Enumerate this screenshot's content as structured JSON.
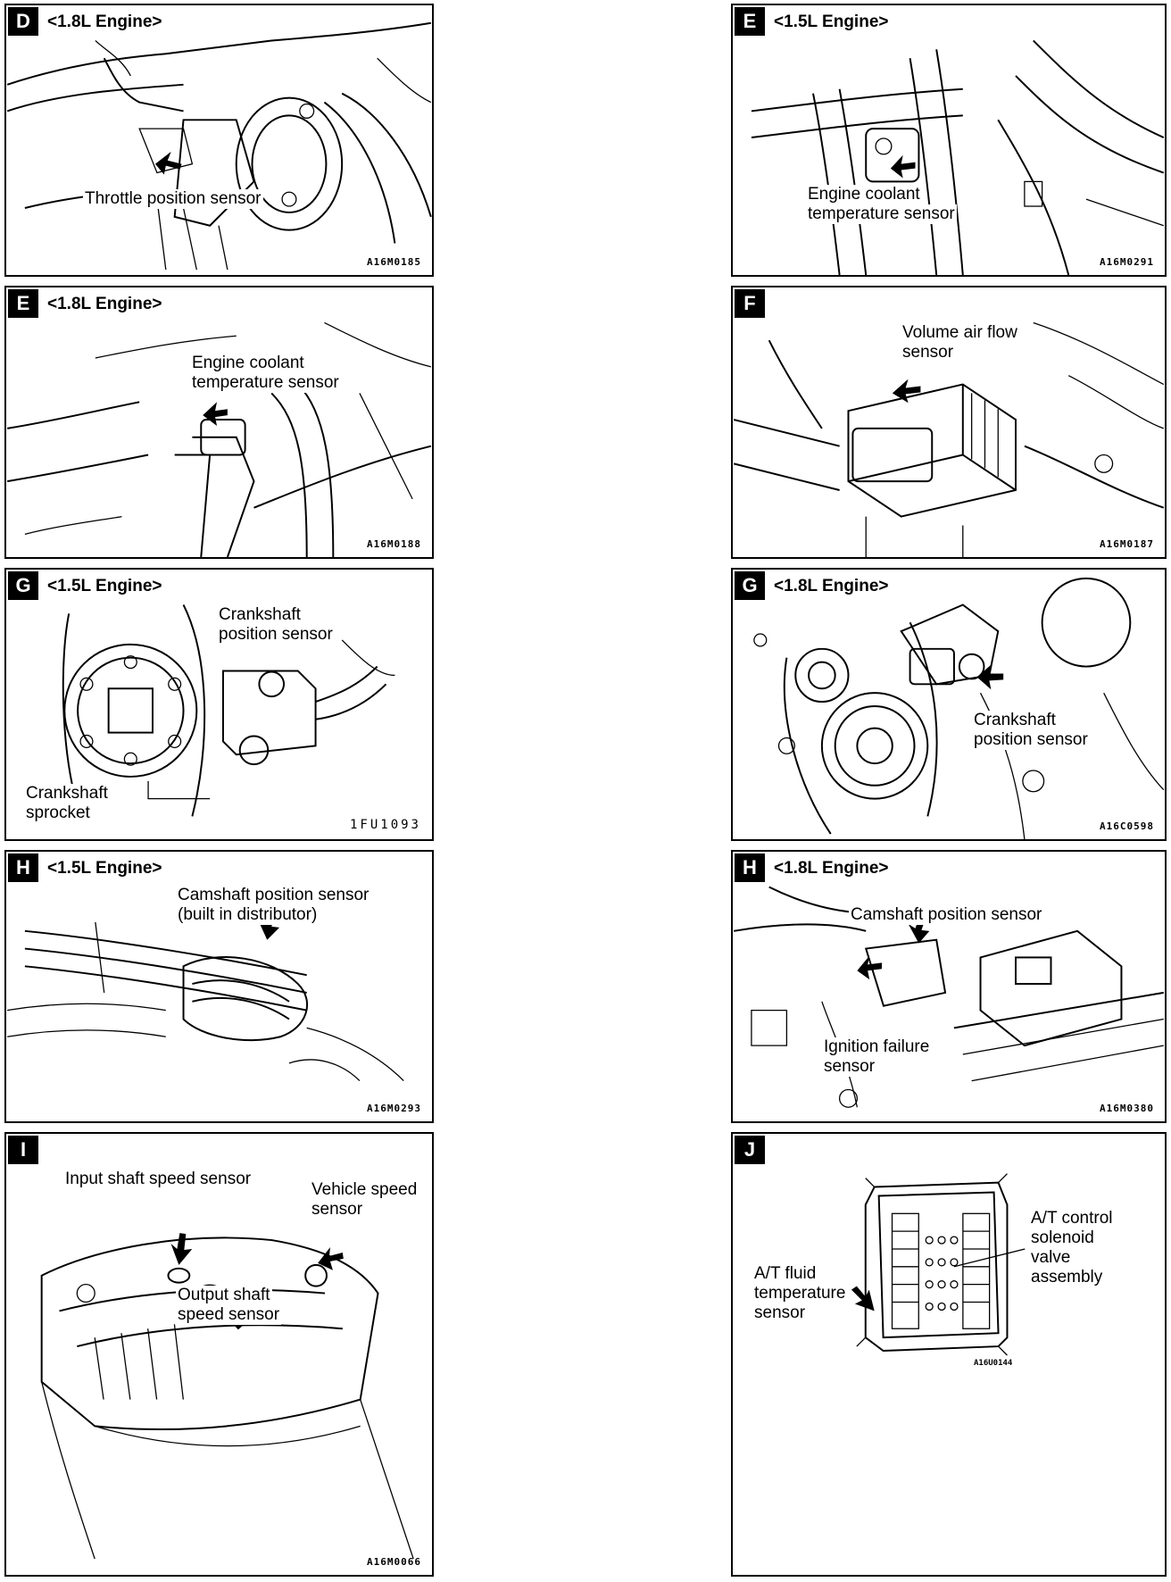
{
  "panels": [
    {
      "letter": "D",
      "engine": "<1.8L Engine>",
      "labels": [
        "Throttle position sensor"
      ],
      "code": "A16M0185"
    },
    {
      "letter": "E",
      "engine": "<1.5L Engine>",
      "labels": [
        "Engine coolant",
        "temperature sensor"
      ],
      "code": "A16M0291"
    },
    {
      "letter": "E",
      "engine": "<1.8L Engine>",
      "labels": [
        "Engine coolant",
        "temperature sensor"
      ],
      "code": "A16M0188"
    },
    {
      "letter": "F",
      "engine": "",
      "labels": [
        "Volume air flow",
        "sensor"
      ],
      "code": "A16M0187"
    },
    {
      "letter": "G",
      "engine": "<1.5L Engine>",
      "labels": [
        "Crankshaft",
        "position sensor",
        "Crankshaft",
        "sprocket"
      ],
      "code": "1FU1093"
    },
    {
      "letter": "G",
      "engine": "<1.8L Engine>",
      "labels": [
        "Crankshaft",
        "position sensor"
      ],
      "code": "A16C0598"
    },
    {
      "letter": "H",
      "engine": "<1.5L Engine>",
      "labels": [
        "Camshaft position sensor",
        "(built in distributor)"
      ],
      "code": "A16M0293"
    },
    {
      "letter": "H",
      "engine": "<1.8L Engine>",
      "labels": [
        "Camshaft position sensor",
        "Ignition failure",
        "sensor"
      ],
      "code": "A16M0380"
    },
    {
      "letter": "I",
      "engine": "",
      "labels": [
        "Input shaft speed sensor",
        "Vehicle speed",
        "sensor",
        "Output shaft",
        "speed sensor"
      ],
      "code": "A16M0066"
    },
    {
      "letter": "J",
      "engine": "",
      "labels": [
        "A/T control",
        "solenoid",
        "valve",
        "assembly",
        "A/T fluid",
        "temperature",
        "sensor"
      ],
      "code": "A16U0144"
    }
  ]
}
